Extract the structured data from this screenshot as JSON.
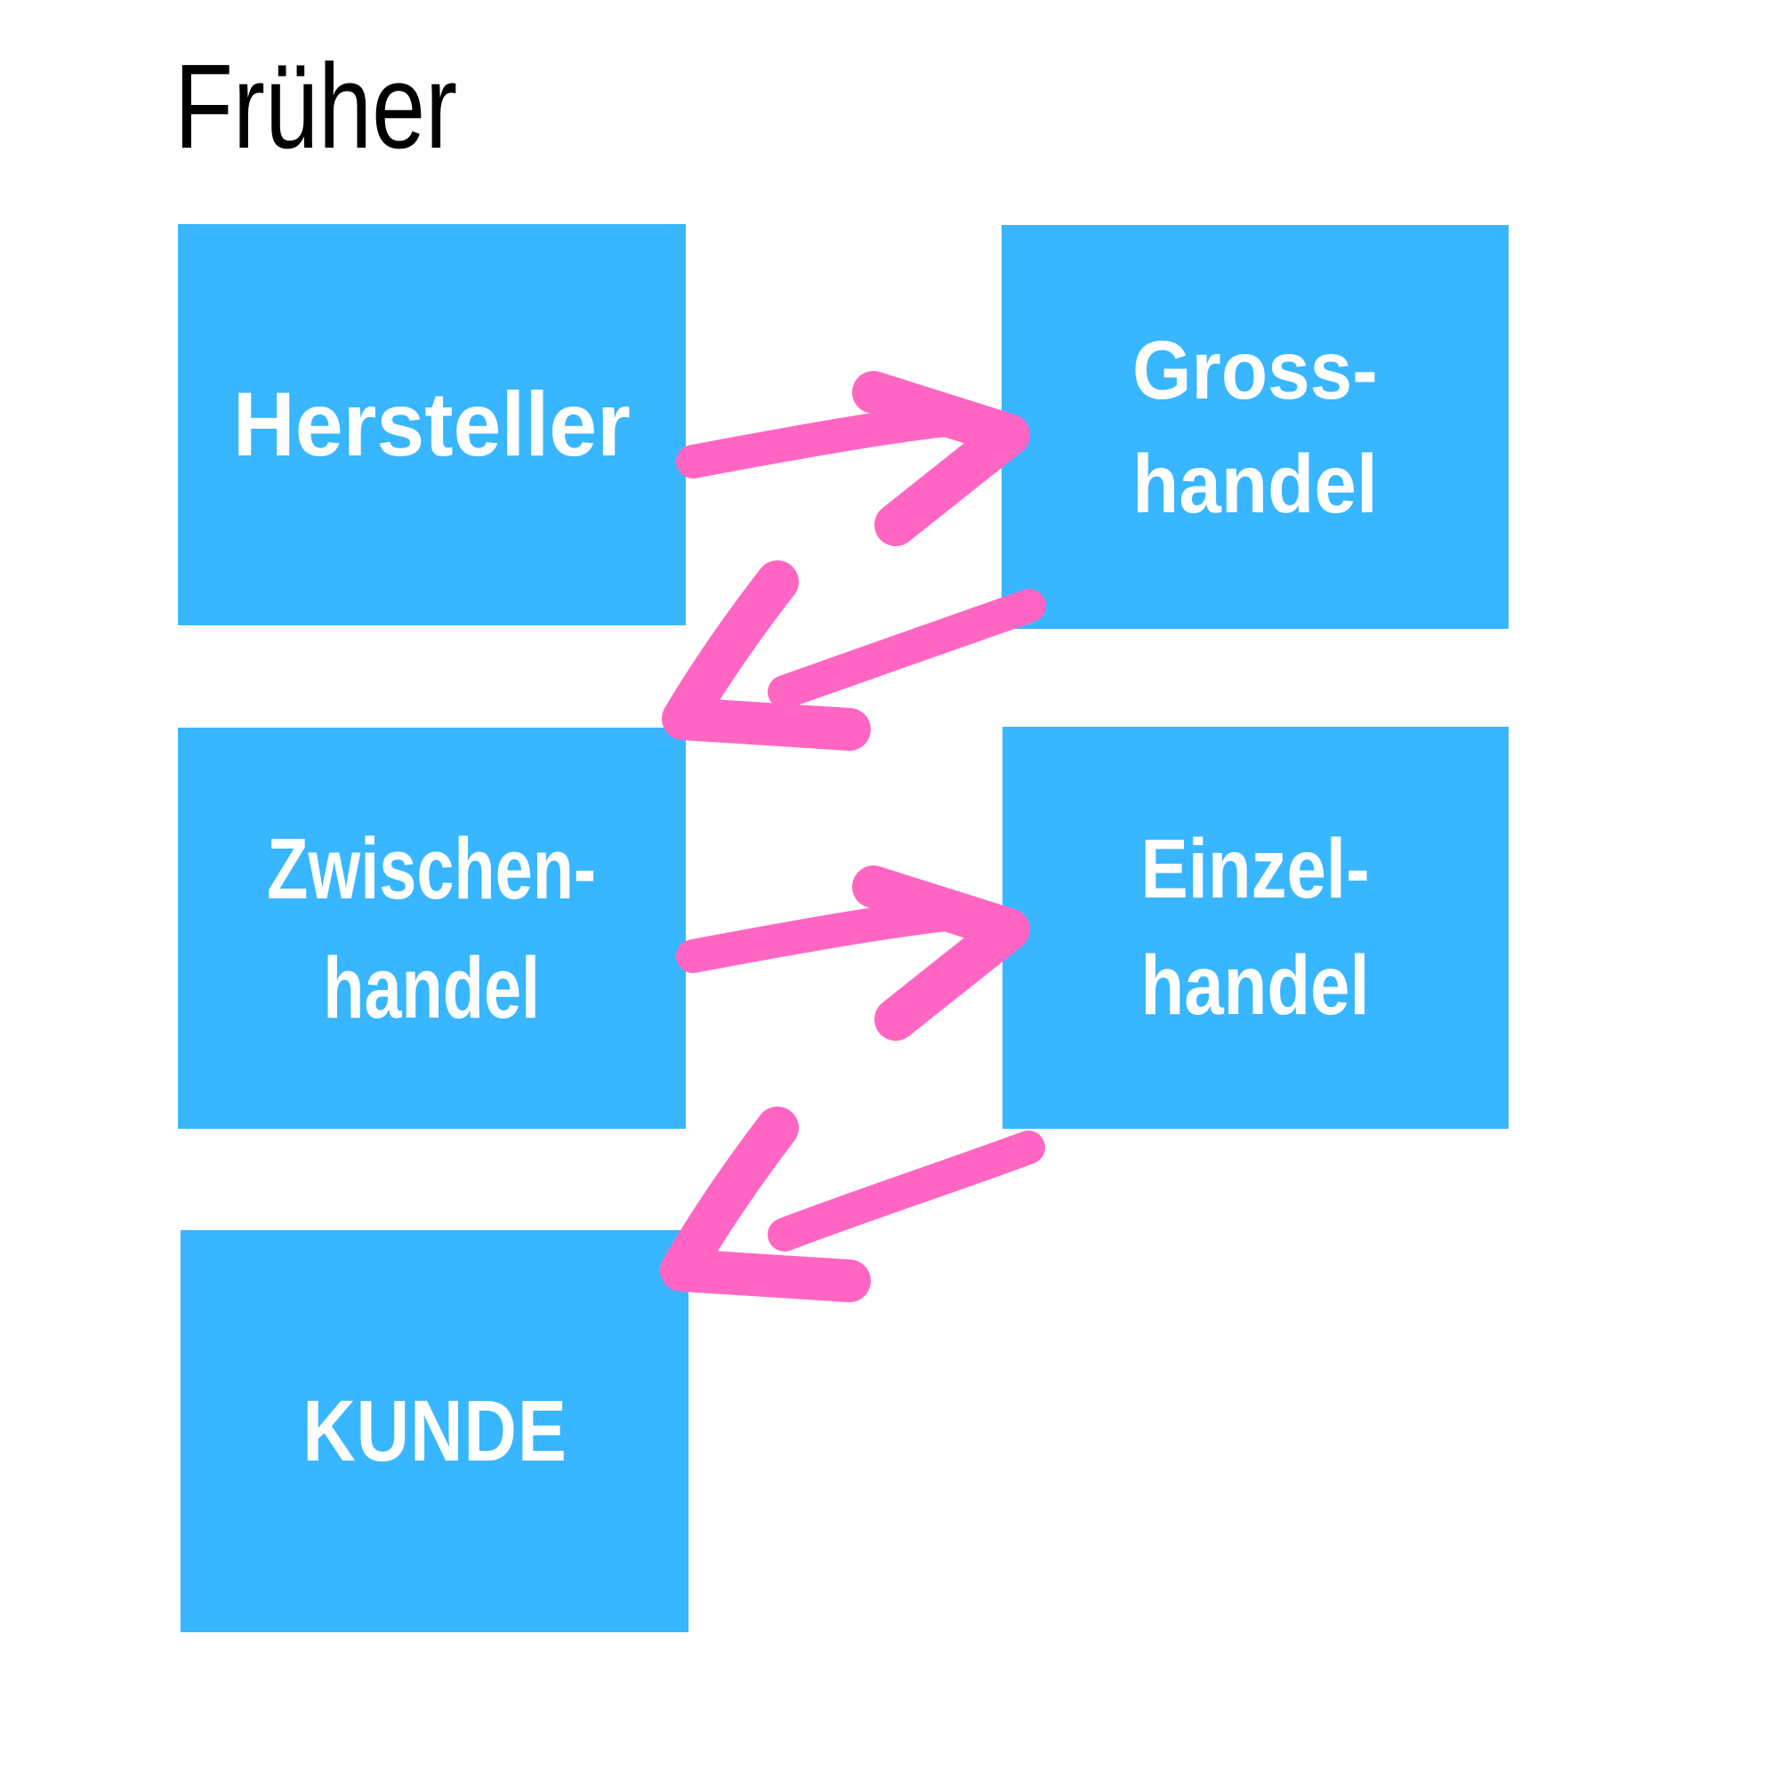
{
  "title": "Früher",
  "colors": {
    "background": "#FFFFFF",
    "box_fill": "#38B6FF",
    "box_text": "#FFFFFF",
    "title_text": "#000000",
    "arrow": "#FF66C4"
  },
  "boxes": {
    "hersteller": {
      "label": "Hersteller"
    },
    "grosshandel": {
      "line1": "Gross-",
      "line2": "handel"
    },
    "zwischenhandel": {
      "line1": "Zwischen-",
      "line2": "handel"
    },
    "einzelhandel": {
      "line1": "Einzel-",
      "line2": "handel"
    },
    "kunde": {
      "label": "KUNDE"
    }
  },
  "arrows": [
    {
      "from": "Hersteller",
      "to": "Grosshandel",
      "direction": "right"
    },
    {
      "from": "Grosshandel",
      "to": "Zwischenhandel",
      "direction": "down-left"
    },
    {
      "from": "Zwischenhandel",
      "to": "Einzelhandel",
      "direction": "right"
    },
    {
      "from": "Einzelhandel",
      "to": "KUNDE",
      "direction": "down-left"
    }
  ]
}
